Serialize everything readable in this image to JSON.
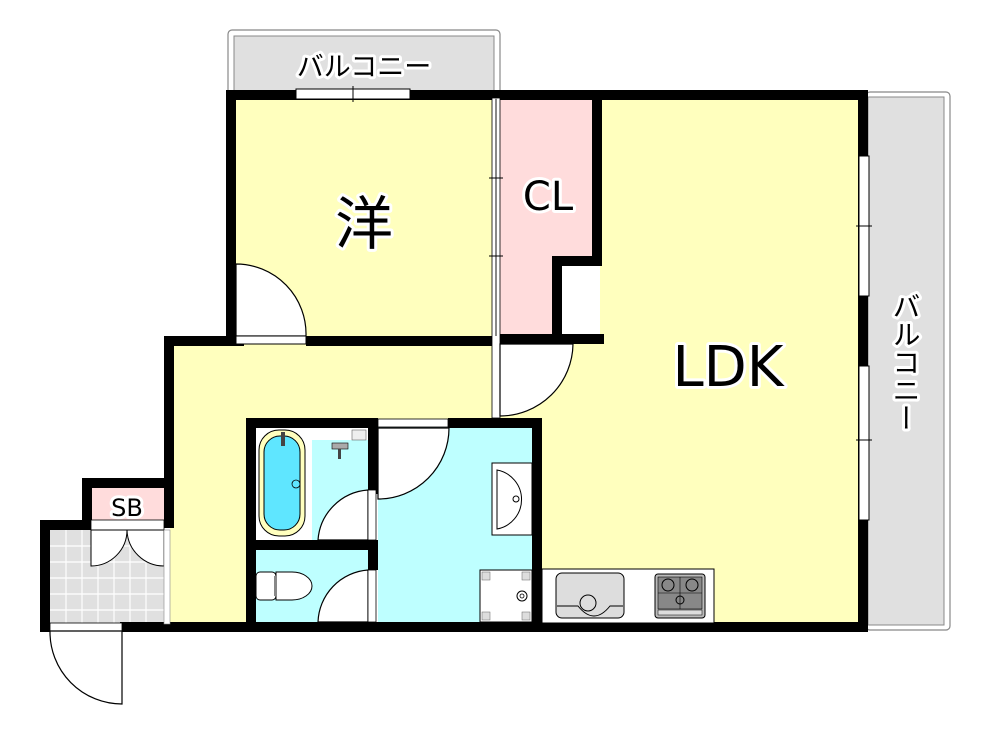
{
  "floorplan": {
    "type": "1LDK",
    "colors": {
      "living": "#FFFFBE",
      "closet": "#FFDCDC",
      "wet": "#BEFFFF",
      "balcony": "#E0E0E0",
      "entry": "#E0E0E0",
      "wall": "#000000"
    },
    "rooms": {
      "western_room": {
        "label": "洋"
      },
      "closet": {
        "label": "CL"
      },
      "ldk": {
        "label": "LDK"
      },
      "shoe_box": {
        "label": "SB"
      }
    },
    "balconies": {
      "top": {
        "label": "バルコニー"
      },
      "right": {
        "label": "バルコニー"
      }
    },
    "fixtures": {
      "bathtub": "bathtub-icon",
      "toilet": "toilet-icon",
      "washbasin": "washbasin-icon",
      "washer_pan": "washing-machine-icon",
      "sink": "kitchen-sink-icon",
      "stove": "gas-stove-icon"
    }
  }
}
